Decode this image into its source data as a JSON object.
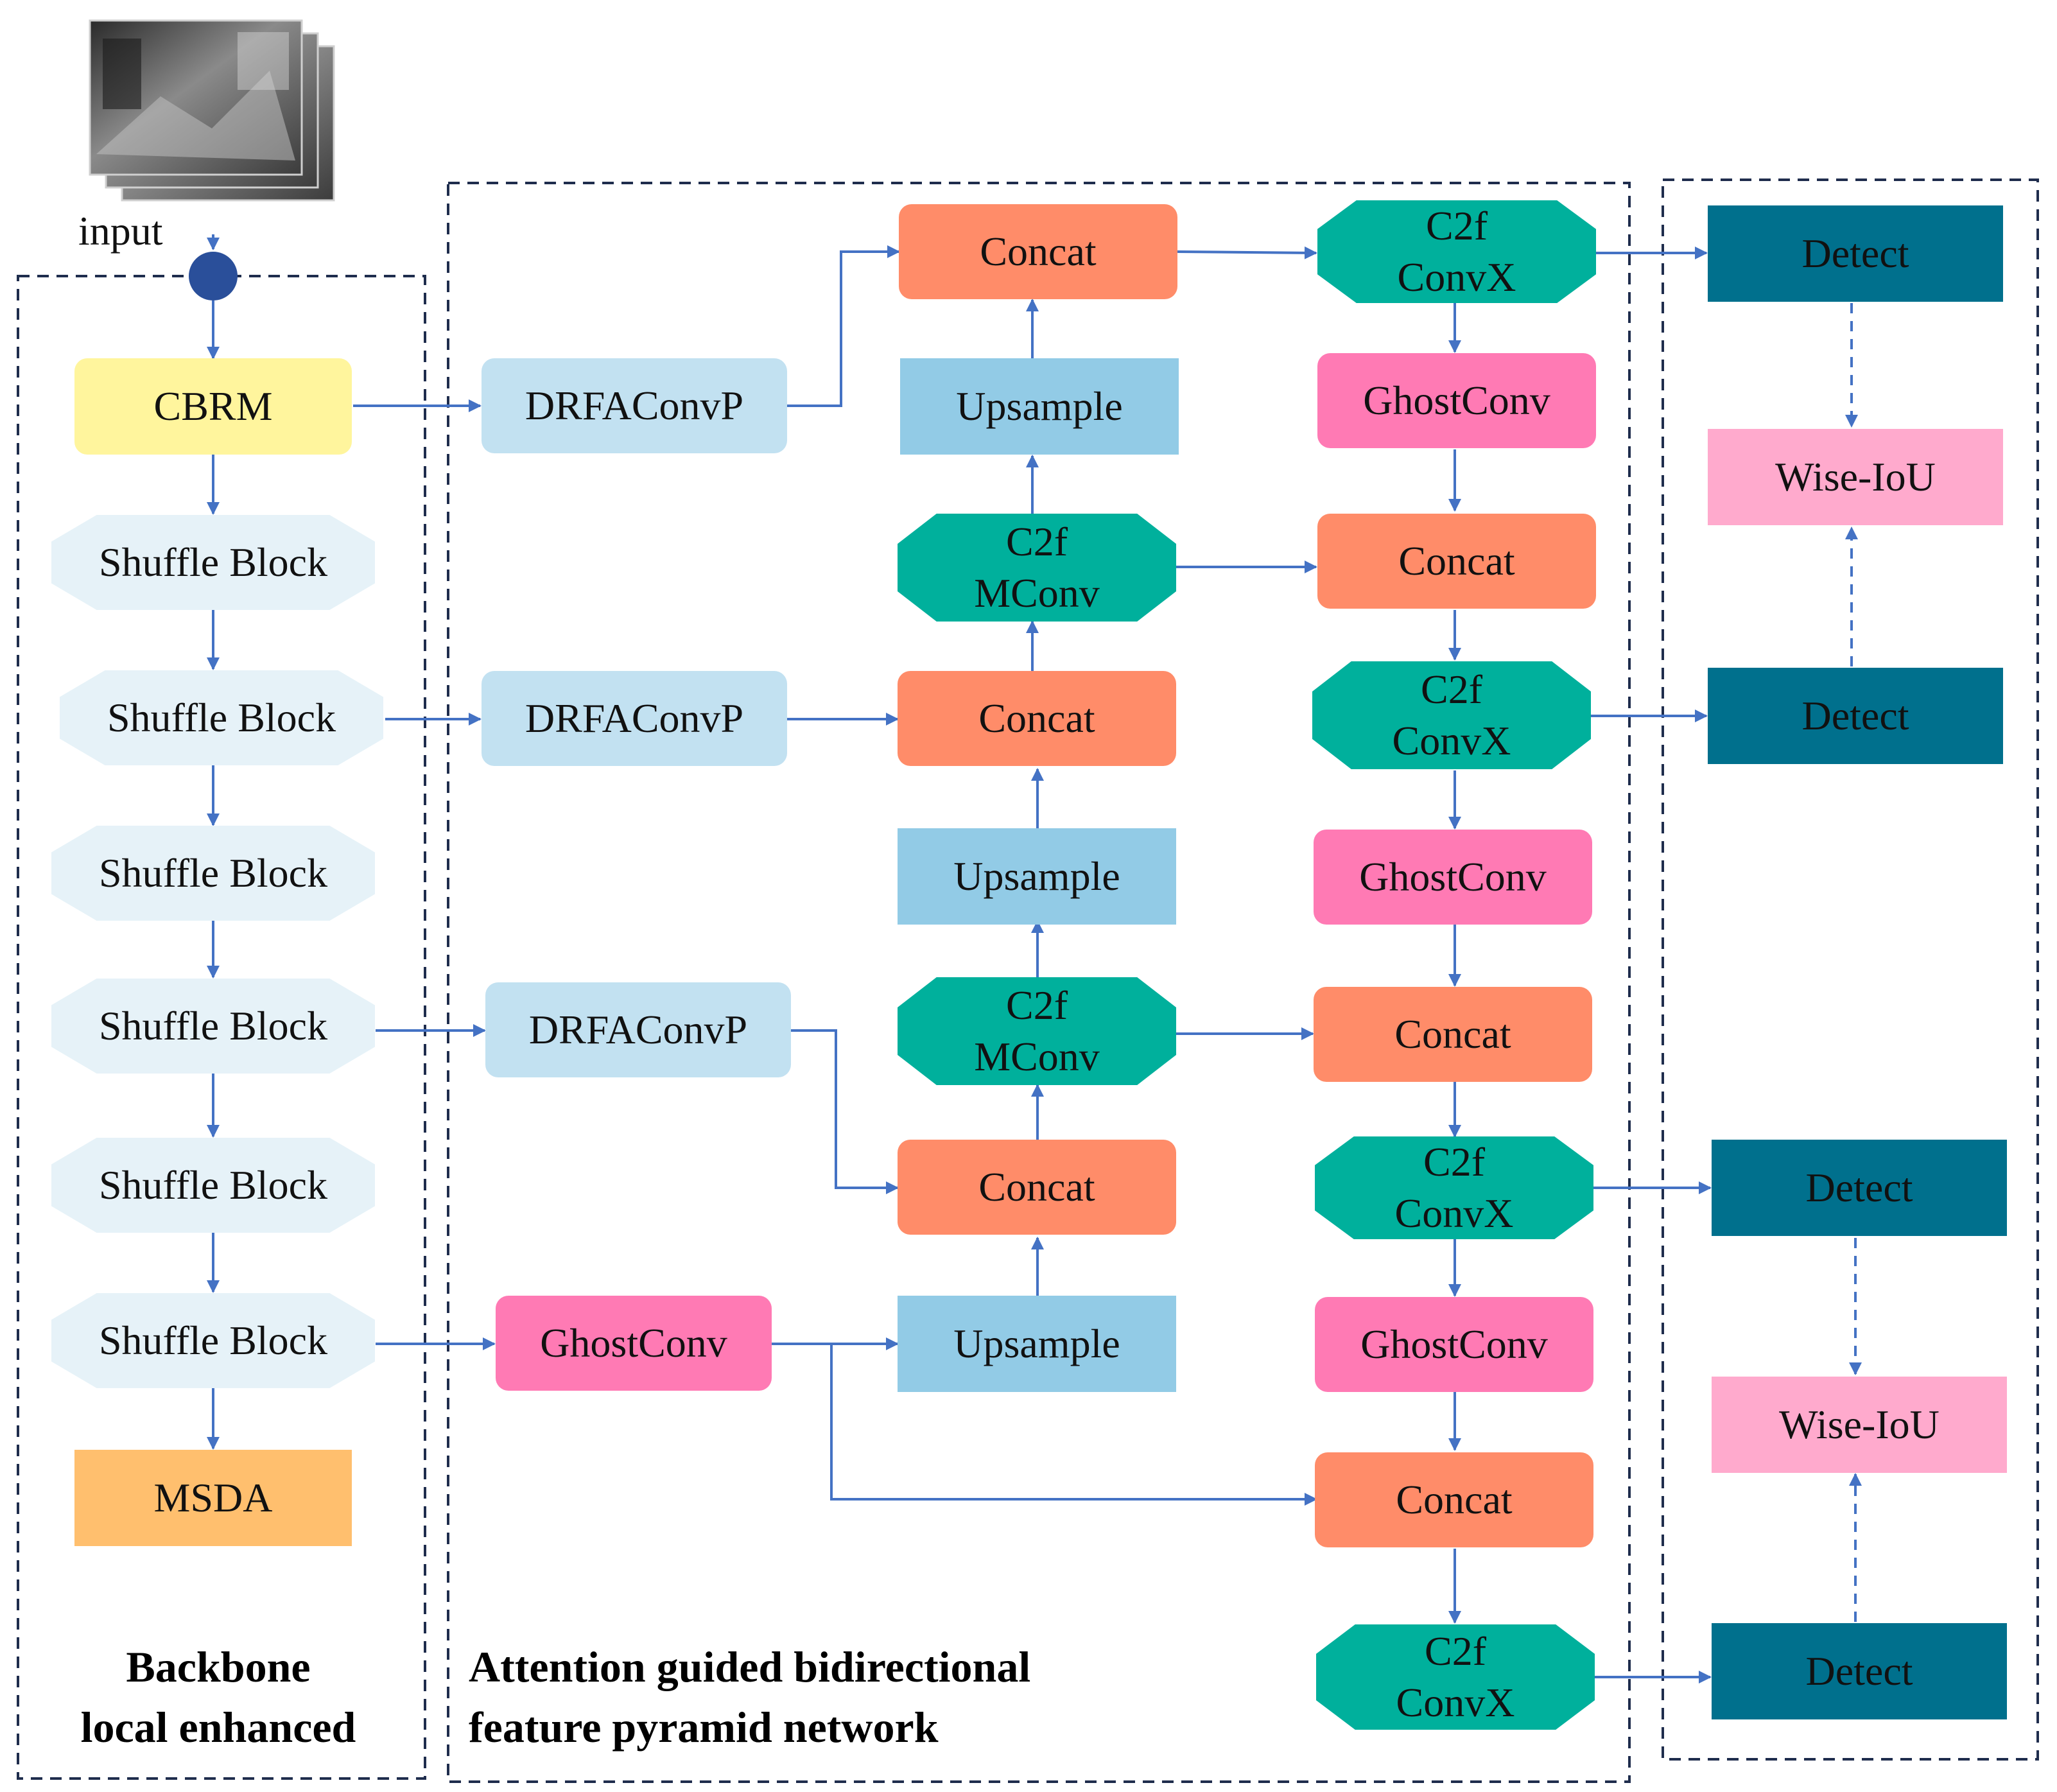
{
  "input_label": "input",
  "sections": {
    "backbone": {
      "title_line1": "Backbone",
      "title_line2": "local enhanced"
    },
    "neck": {
      "title_line1": "Attention guided bidirectional",
      "title_line2": "feature pyramid network"
    }
  },
  "backbone": {
    "cbrm": "CBRM",
    "shuffle_block": "Shuffle Block",
    "msda": "MSDA"
  },
  "neck": {
    "drfaconvp": "DRFAConvP",
    "ghostconv": "GhostConv",
    "upsample": "Upsample",
    "concat": "Concat",
    "c2f": "C2f",
    "mconv": "MConv",
    "convx": "ConvX"
  },
  "head": {
    "detect": "Detect",
    "wise_iou": "Wise-IoU"
  },
  "colors": {
    "arrow": "#4472c4",
    "dashed_border": "#1f2d4d",
    "input_node": "#2a4f9a",
    "cbrm": "#fff59d",
    "shuffle_block": "#e6f2f8",
    "msda": "#ffbf6e",
    "drfaconvp": "#c2e1f1",
    "upsample": "#92cbe6",
    "concat": "#ff8c69",
    "c2f": "#00b09c",
    "ghostconv": "#ff7ab4",
    "detect": "#00708d",
    "wise_iou": "#ffaacd"
  }
}
